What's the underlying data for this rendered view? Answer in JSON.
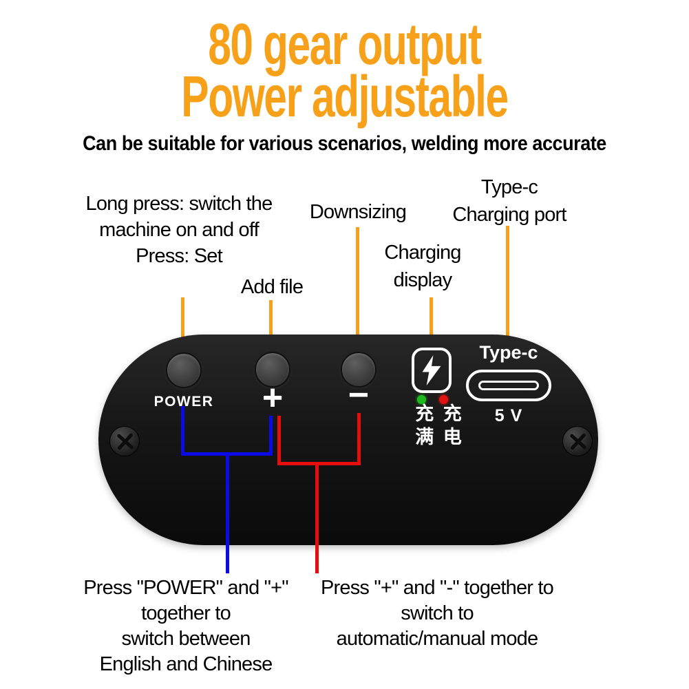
{
  "title": {
    "line1": "80 gear output",
    "line2": "Power adjustable",
    "subtitle": "Can be suitable for various scenarios, welding more accurate"
  },
  "annotations": {
    "power": {
      "lines": [
        "Long press: switch the",
        "machine on and off",
        "Press: Set"
      ]
    },
    "add_file": "Add file",
    "downsizing": "Downsizing",
    "charging": {
      "lines": [
        "Charging",
        "display"
      ]
    },
    "typec": {
      "lines": [
        "Type-c",
        "Charging port"
      ]
    }
  },
  "device": {
    "power_label": "POWER",
    "plus_label": "+",
    "minus_label": "−",
    "charge_indicator": {
      "icon": "lightning-bolt-icon",
      "row1": "充 充",
      "row2": "满 电"
    },
    "typec_label": "Type-c",
    "voltage_label": "5 V",
    "screw_icon": "phillips-screw-icon"
  },
  "combos": {
    "blue": {
      "lines": [
        "Press \"POWER\" and \"+\"",
        "together to",
        "switch between",
        "English and Chinese"
      ]
    },
    "red": {
      "lines": [
        "Press \"+\" and \"-\" together to",
        "switch to",
        "automatic/manual mode"
      ]
    }
  },
  "colors": {
    "accent_orange": "#F7A11A",
    "blue_line": "#0B0BE8",
    "red_line": "#E60D0D",
    "device_black": "#141414",
    "green_dot": "#1DB91D",
    "red_dot": "#E01212",
    "text_black": "#000000"
  }
}
